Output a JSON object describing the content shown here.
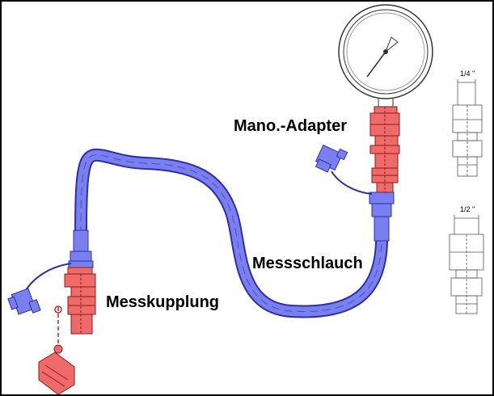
{
  "labels": {
    "mano_adapter": "Mano.-Adapter",
    "messschlauch": "Messschlauch",
    "messkupplung": "Messkupplung"
  },
  "dimensions": {
    "quarter_inch": "1/4 \"",
    "half_inch": "1/2 \""
  },
  "colors": {
    "hose": "#7a7ff0",
    "hose_outline": "#2c2fa8",
    "fitting": "#f06a6a",
    "fitting_outline": "#8a1c1c",
    "frame": "#000000"
  },
  "icons": {
    "gauge": "pressure-gauge-icon",
    "coupling": "measuring-coupling-icon",
    "adapter": "gauge-adapter-icon"
  }
}
